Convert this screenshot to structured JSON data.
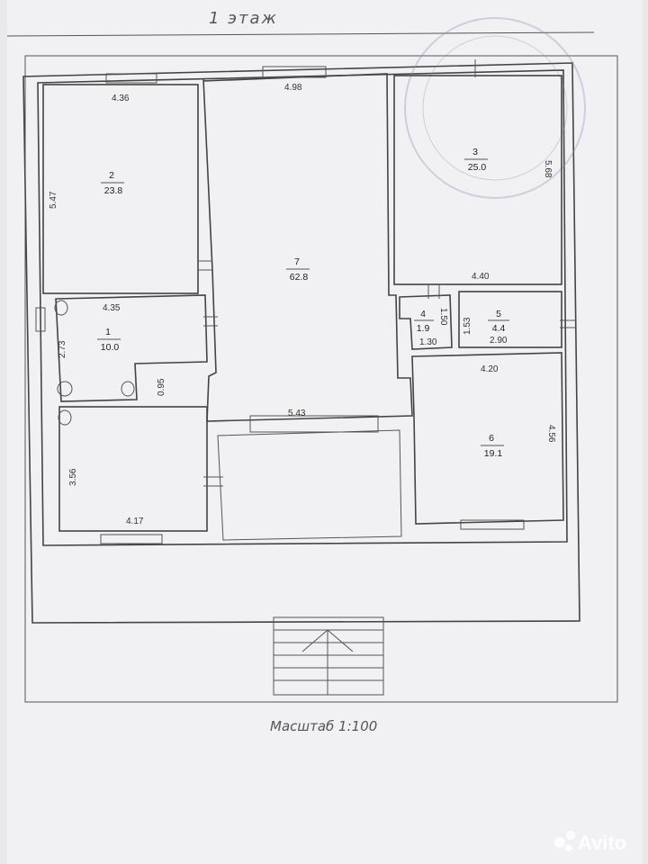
{
  "header": {
    "title": "1  этаж"
  },
  "footer": {
    "scale": "Масштаб 1:100"
  },
  "watermark": {
    "text": "Avito"
  },
  "rooms": [
    {
      "number": "1",
      "area": "10.0"
    },
    {
      "number": "2",
      "area": "23.8"
    },
    {
      "number": "3",
      "area": "25.0"
    },
    {
      "number": "4",
      "area": "1.9"
    },
    {
      "number": "5",
      "area": "4.4"
    },
    {
      "number": "6",
      "area": "19.1"
    },
    {
      "number": "7",
      "area": "62.8"
    }
  ],
  "dimensions": {
    "room2_width": "4.36",
    "room2_height": "5.47",
    "hall_width": "4.98",
    "room3_height": "5.68",
    "room3_width": "4.40",
    "room1_width": "4.35",
    "room1_height": "2.73",
    "room1_step": "0.95",
    "room4_height": "1.50",
    "room4_width": "1.30",
    "room5_height": "1.53",
    "room5_width": "2.90",
    "room6_width": "4.20",
    "room6_height": "4.56",
    "terrace_width": "5.43",
    "bottom_left_height": "3.56",
    "bottom_left_width": "4.17"
  }
}
